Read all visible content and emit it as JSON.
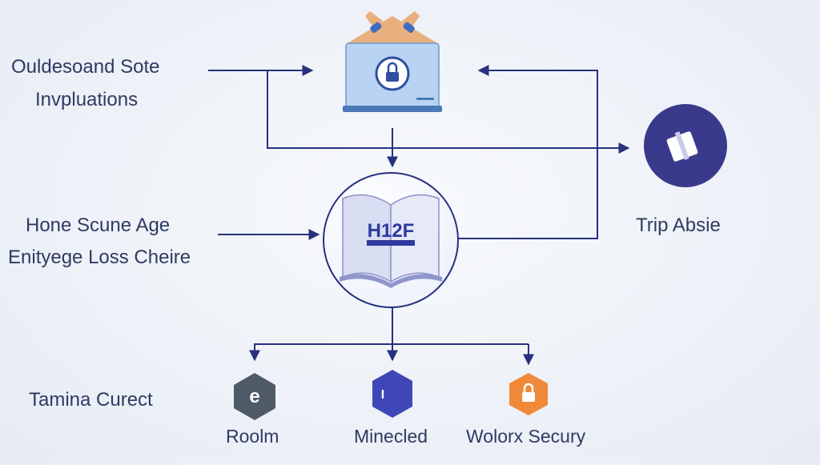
{
  "colors": {
    "line": "#27317f",
    "navy": "#3a3a8c",
    "laptop_blue": "#b9d4f2",
    "laptop_dark": "#4a78b8",
    "slate": "#4f5a67",
    "indigo": "#3f47b8",
    "orange": "#ee8a3a"
  },
  "labels": {
    "top_left": [
      "Ouldesoand Sote",
      "Invpluations"
    ],
    "mid_left": [
      "Hone Scune Age",
      "Enityege Loss Cheire"
    ],
    "bottom_left": "Tamina Curect",
    "right": "Trip Absie"
  },
  "book": {
    "text": "H12F"
  },
  "icons": [
    {
      "name": "slate-hexagon",
      "glyph": "e",
      "label": "Roolm"
    },
    {
      "name": "indigo-hexagon",
      "glyph": "I",
      "label": "Minecled"
    },
    {
      "name": "orange-hexagon",
      "glyph": "",
      "label": "Wolorx Secury"
    }
  ]
}
